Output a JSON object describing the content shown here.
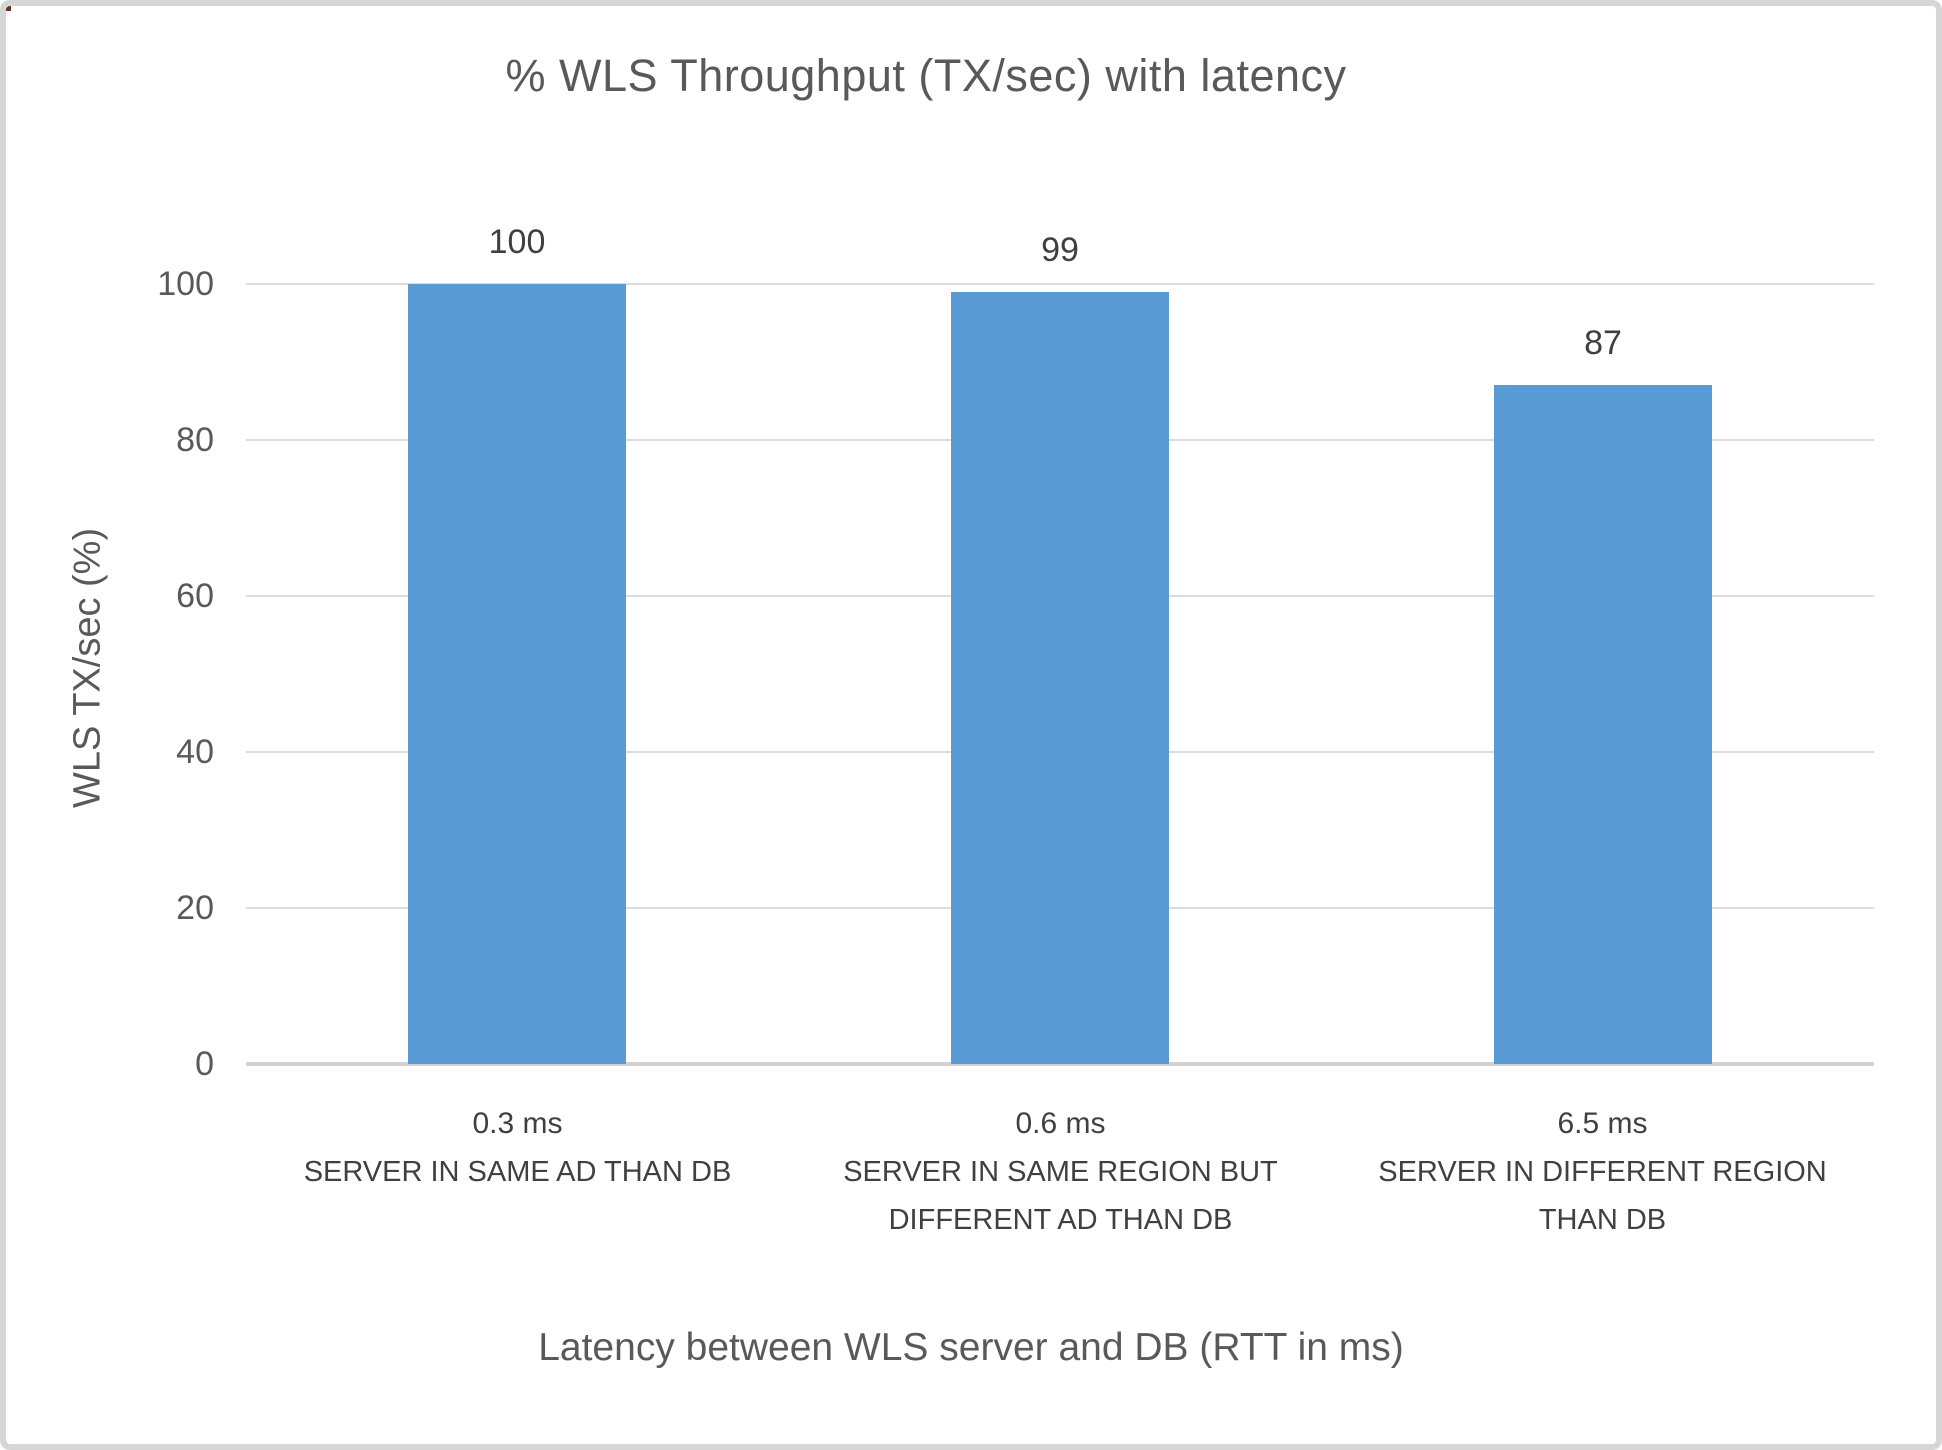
{
  "frame": {
    "background": "#ffffff",
    "border_color": "#d6d6d6",
    "corner_artifact_color": "#6f2a24"
  },
  "chart_data": {
    "type": "bar",
    "title": "% WLS Throughput (TX/sec) with latency",
    "xlabel": "Latency between WLS server and DB (RTT in ms)",
    "ylabel": "WLS TX/sec (%)",
    "ylim": [
      0,
      100
    ],
    "yticks": [
      0,
      20,
      40,
      60,
      80,
      100
    ],
    "grid": true,
    "legend": "none",
    "bar_color": "#5b9bd5",
    "categories": [
      {
        "latency": "0.3 ms",
        "lines": [
          "SERVER IN SAME AD THAN DB"
        ]
      },
      {
        "latency": "0.6 ms",
        "lines": [
          "SERVER IN SAME REGION BUT",
          "DIFFERENT AD THAN DB"
        ]
      },
      {
        "latency": "6.5 ms",
        "lines": [
          "SERVER IN DIFFERENT REGION",
          "THAN DB"
        ]
      }
    ],
    "values": [
      100,
      99,
      87
    ],
    "data_labels": [
      "100",
      "99",
      "87"
    ]
  }
}
